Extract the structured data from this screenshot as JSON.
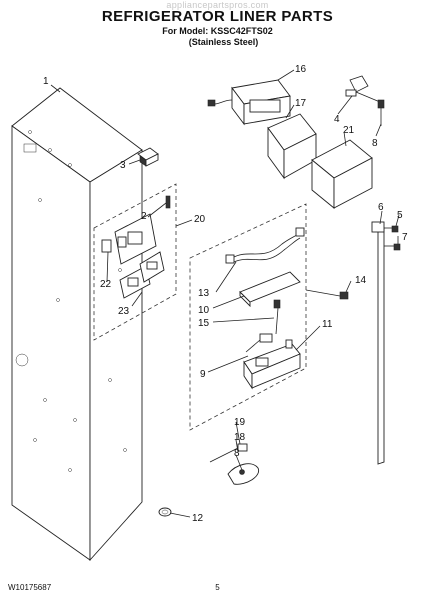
{
  "watermark": "appliancepartspros.com",
  "title": "REFRIGERATOR LINER PARTS",
  "subtitle_model": "For Model: KSSC42FTS02",
  "subtitle_finish": "(Stainless Steel)",
  "footer_code": "W10175687",
  "footer_page": "5",
  "callouts": {
    "c1": "1",
    "c2": "2",
    "c3": "3",
    "c4": "4",
    "c5": "5",
    "c6": "6",
    "c7": "7",
    "c8": "8",
    "c9": "9",
    "c10": "10",
    "c11": "11",
    "c12": "12",
    "c13": "13",
    "c14": "14",
    "c15": "15",
    "c16": "16",
    "c17": "17",
    "c18": "18",
    "c19": "19",
    "c20": "20",
    "c21": "21",
    "c22": "22",
    "c23": "23"
  }
}
